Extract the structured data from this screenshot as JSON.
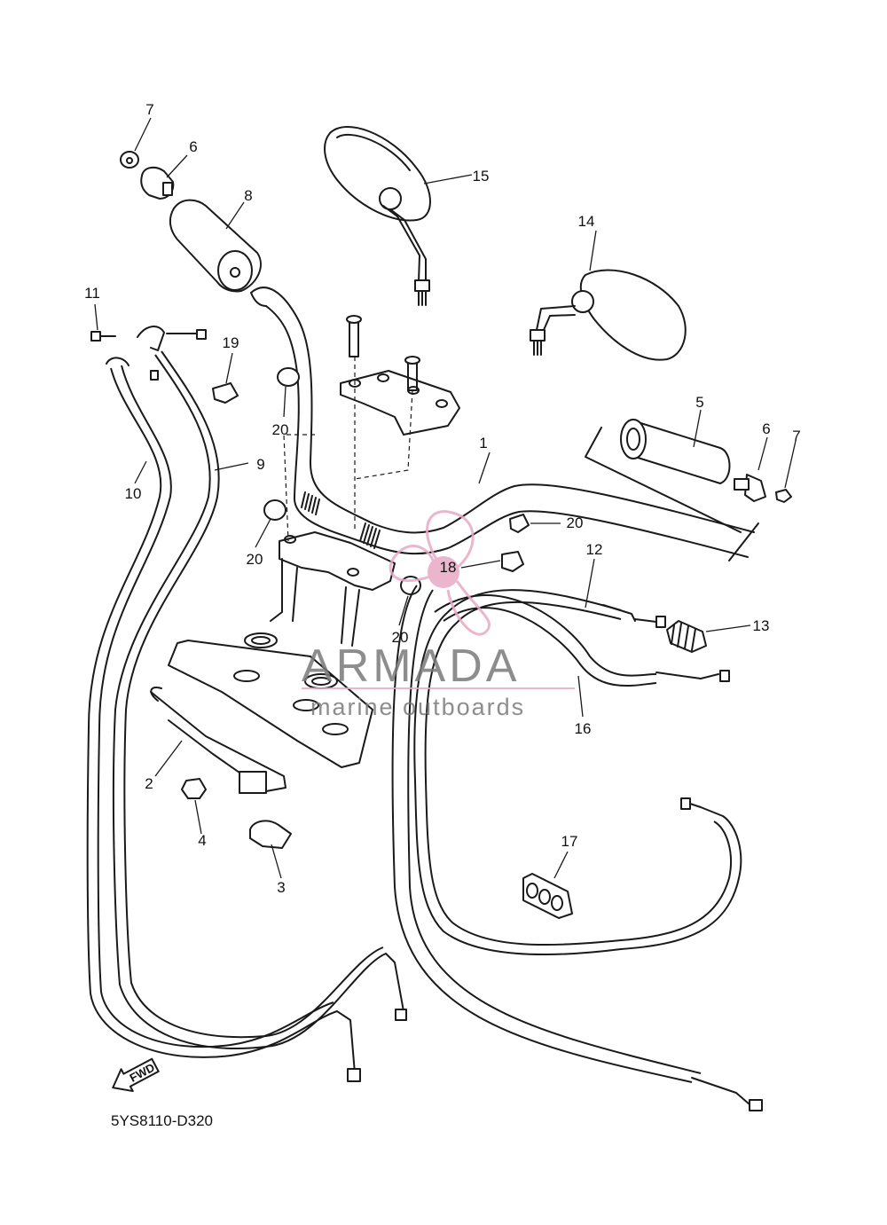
{
  "diagram": {
    "code": "5YS8110-D320",
    "fwd_label": "FWD",
    "callouts": [
      {
        "id": "c1",
        "label": "1"
      },
      {
        "id": "c2",
        "label": "2"
      },
      {
        "id": "c3",
        "label": "3"
      },
      {
        "id": "c4",
        "label": "4"
      },
      {
        "id": "c5",
        "label": "5"
      },
      {
        "id": "c6a",
        "label": "6"
      },
      {
        "id": "c6b",
        "label": "6"
      },
      {
        "id": "c7a",
        "label": "7"
      },
      {
        "id": "c7b",
        "label": "7"
      },
      {
        "id": "c8",
        "label": "8"
      },
      {
        "id": "c9",
        "label": "9"
      },
      {
        "id": "c10",
        "label": "10"
      },
      {
        "id": "c11",
        "label": "11"
      },
      {
        "id": "c12",
        "label": "12"
      },
      {
        "id": "c13",
        "label": "13"
      },
      {
        "id": "c14",
        "label": "14"
      },
      {
        "id": "c15",
        "label": "15"
      },
      {
        "id": "c16",
        "label": "16"
      },
      {
        "id": "c17",
        "label": "17"
      },
      {
        "id": "c18",
        "label": "18"
      },
      {
        "id": "c19",
        "label": "19"
      },
      {
        "id": "c20a",
        "label": "20"
      },
      {
        "id": "c20b",
        "label": "20"
      },
      {
        "id": "c20c",
        "label": "20"
      },
      {
        "id": "c20d",
        "label": "20"
      }
    ]
  },
  "watermark": {
    "brand": "ARMADA",
    "tagline": "marine outboards",
    "color": "#e9a9c6",
    "text_color": "#7a7a7a"
  }
}
